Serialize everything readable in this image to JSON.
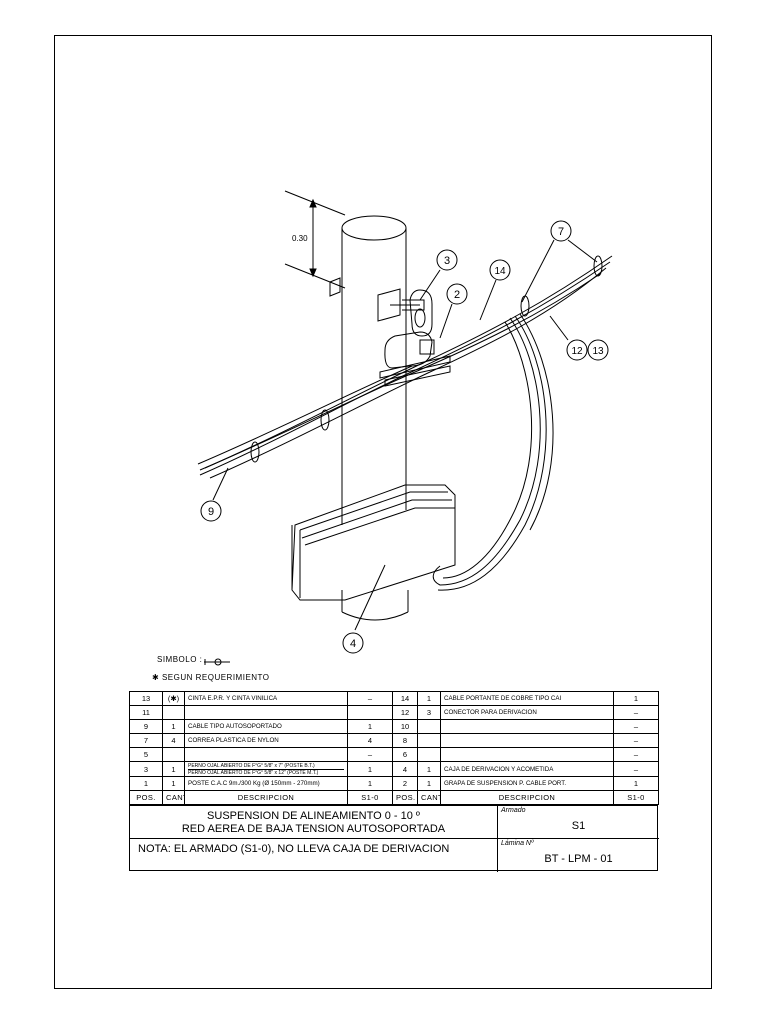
{
  "drawing": {
    "dimension": "0.30",
    "callouts": [
      "3",
      "2",
      "14",
      "7",
      "12",
      "13",
      "9",
      "4"
    ]
  },
  "legend": {
    "symbol_label": "SIMBOLO :",
    "note_mark": "✱",
    "note_text": "SEGUN  REQUERIMIENTO"
  },
  "bom": {
    "headers": [
      "POS.",
      "CANT.",
      "DESCRIPCION",
      "S1-0",
      "POS.",
      "CANT.",
      "DESCRIPCION",
      "S1-0"
    ],
    "rows": [
      {
        "lpos": "13",
        "lcant": "(✱)",
        "ldesc": "CINTA E.P.R. Y CINTA VINILICA",
        "lval": "–",
        "rpos": "14",
        "rcant": "1",
        "rdesc": "CABLE PORTANTE DE COBRE TIPO CAI",
        "rval": "1"
      },
      {
        "lpos": "11",
        "lcant": "",
        "ldesc": "",
        "lval": "",
        "rpos": "12",
        "rcant": "3",
        "rdesc": "CONECTOR PARA DERIVACION",
        "rval": "–"
      },
      {
        "lpos": "9",
        "lcant": "1",
        "ldesc": "CABLE TIPO AUTOSOPORTADO",
        "lval": "1",
        "rpos": "10",
        "rcant": "",
        "rdesc": "",
        "rval": "–"
      },
      {
        "lpos": "7",
        "lcant": "4",
        "ldesc": "CORREA PLASTICA DE NYLON",
        "lval": "4",
        "rpos": "8",
        "rcant": "",
        "rdesc": "",
        "rval": "–"
      },
      {
        "lpos": "5",
        "lcant": "",
        "ldesc": "",
        "lval": "–",
        "rpos": "6",
        "rcant": "",
        "rdesc": "",
        "rval": "–"
      },
      {
        "lpos": "3",
        "lcant": "1",
        "ldesc": "PERNO OJAL ABIERTO DE F°G° 5/8\" x 7\" (POSTE B.T.)",
        "ldesc2": "PERNO OJAL ABIERTO DE F°G° 5/8\" x 12\" (POSTE M.T.)",
        "lval": "1",
        "rpos": "4",
        "rcant": "1",
        "rdesc": "CAJA DE DERIVACION Y ACOMETIDA",
        "rval": "–"
      },
      {
        "lpos": "1",
        "lcant": "1",
        "ldesc": "POSTE C.A.C 9m./300 Kg (Ø 150mm - 270mm)",
        "lval": "1",
        "rpos": "2",
        "rcant": "1",
        "rdesc": "GRAPA DE SUSPENSION P. CABLE PORT.",
        "rval": "1"
      }
    ]
  },
  "title_block": {
    "title_line1": "SUSPENSION DE ALINEAMIENTO 0 - 10 º",
    "title_line2": "RED AEREA DE BAJA TENSION AUTOSOPORTADA",
    "note": "NOTA: EL ARMADO (S1-0), NO LLEVA CAJA DE DERIVACION",
    "armado_label": "Armado",
    "armado_value": "S1",
    "lamina_label": "Lámina  Nº",
    "lamina_value": "BT - LPM - 01"
  }
}
